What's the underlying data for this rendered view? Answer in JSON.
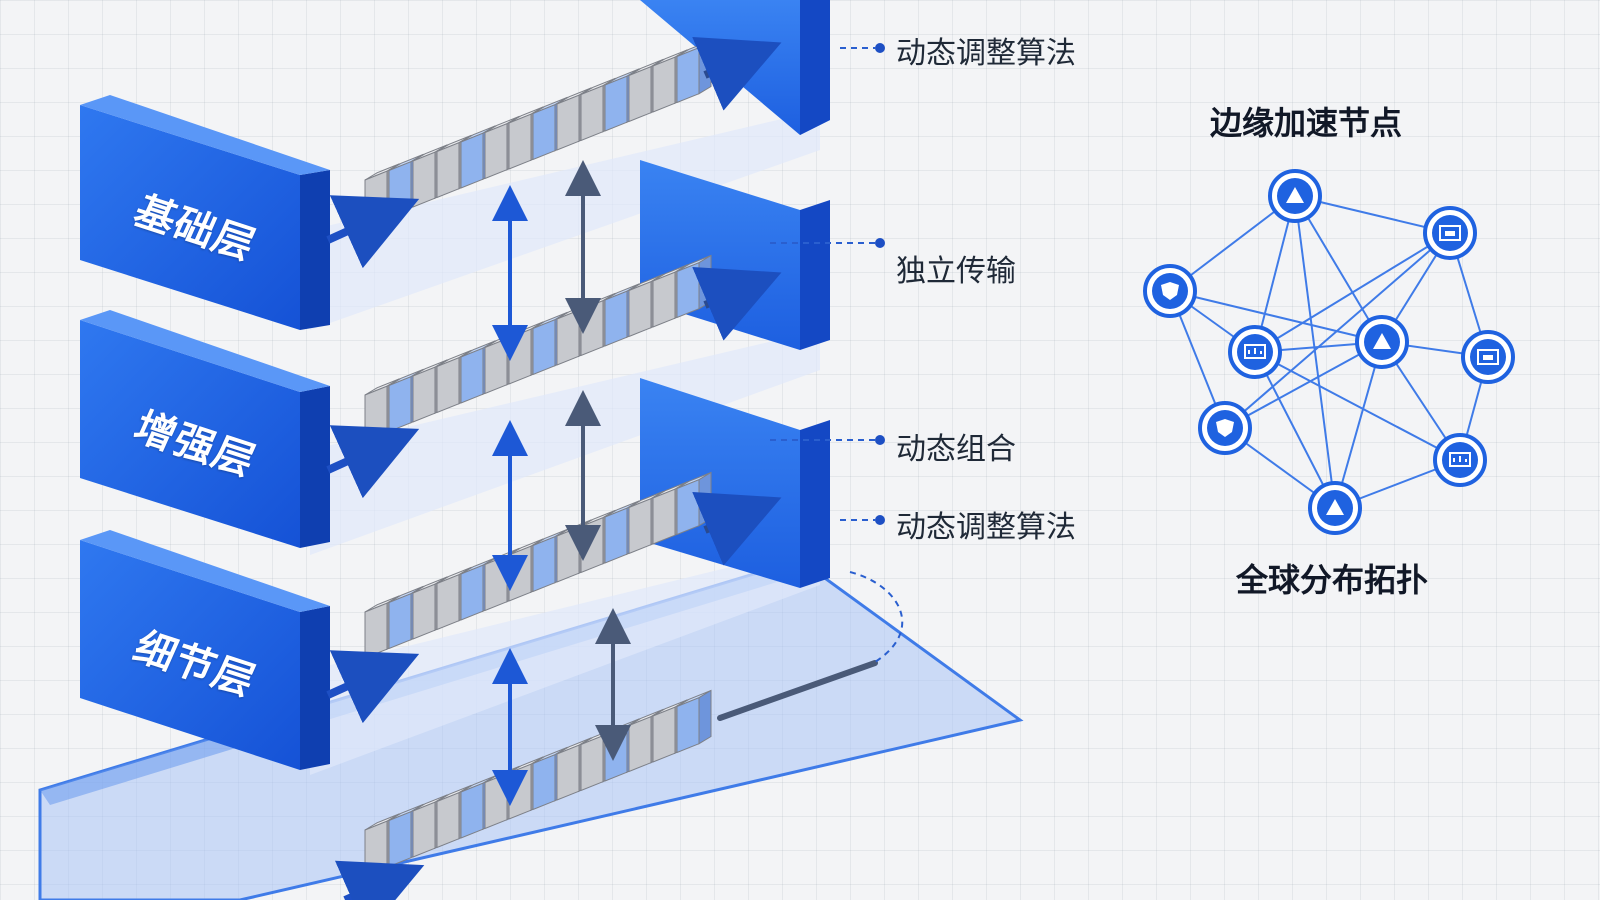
{
  "layers": [
    {
      "label": "基础层"
    },
    {
      "label": "增强层"
    },
    {
      "label": "细节层"
    }
  ],
  "callouts": [
    {
      "text": "动态调整算法"
    },
    {
      "text": "独立传输"
    },
    {
      "text": "动态组合"
    },
    {
      "text": "动态调整算法"
    }
  ],
  "network": {
    "title": "边缘加速节点",
    "caption": "全球分布拓扑",
    "nodes": [
      {
        "icon": "triangle-logo-icon"
      },
      {
        "icon": "window-icon"
      },
      {
        "icon": "shield-icon"
      },
      {
        "icon": "chart-screen-icon"
      },
      {
        "icon": "monitor-icon"
      },
      {
        "icon": "display-panel-icon"
      },
      {
        "icon": "screen-icon"
      },
      {
        "icon": "cloud-icon"
      },
      {
        "icon": "helmet-icon"
      }
    ]
  },
  "colors": {
    "accent": "#1f62e0",
    "accent_light": "#4f8cf5",
    "block_gray": "#c7c9ce",
    "block_blue": "#8fb3ee"
  }
}
